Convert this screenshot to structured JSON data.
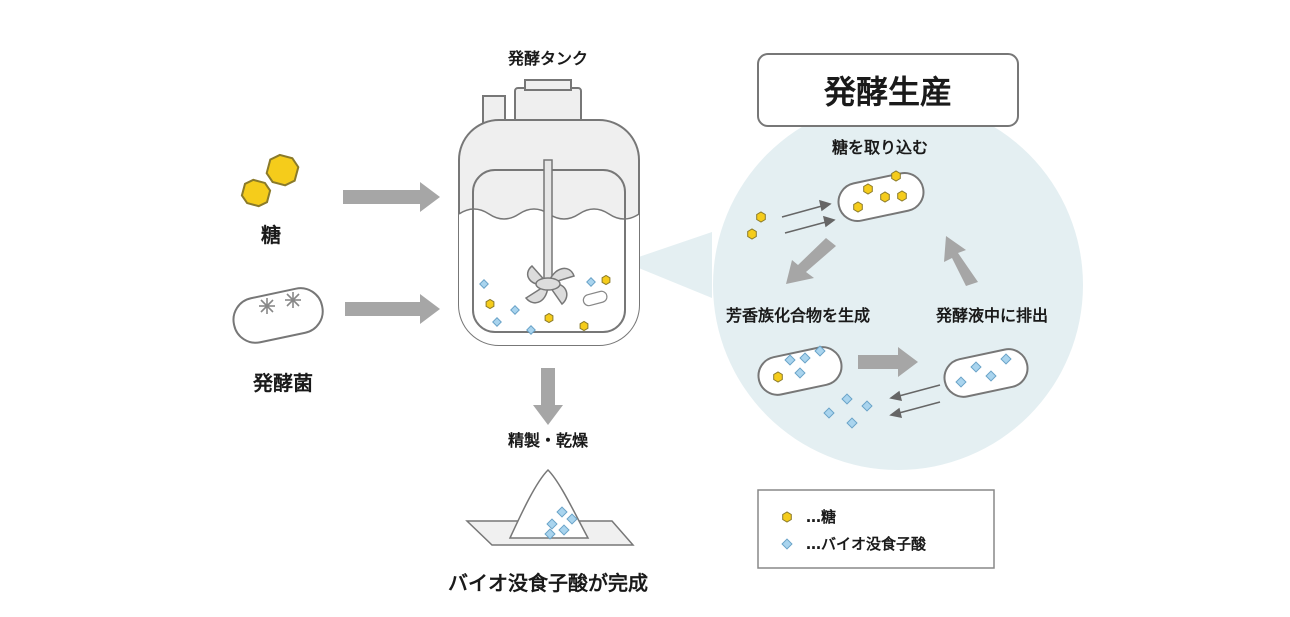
{
  "labels": {
    "tank": "発酵タンク",
    "sugar": "糖",
    "microbe": "発酵菌",
    "refine": "精製・乾燥",
    "product": "バイオ没食子酸が完成",
    "process_title": "発酵生産",
    "step_take_in": "糖を取り込む",
    "step_produce": "芳香族化合物を生成",
    "step_excrete": "発酵液中に排出"
  },
  "legend": {
    "sugar": "…糖",
    "gallic": "…バイオ没食子酸"
  },
  "colors": {
    "sugar": "#f5cc1b",
    "sugar_stroke": "#8a7a2a",
    "crystal": "#a9d4ee",
    "crystal_stroke": "#6aa3c8",
    "arrow": "#a6a6a6",
    "cell_bubble": "#e4eff2",
    "outline": "#555555"
  }
}
